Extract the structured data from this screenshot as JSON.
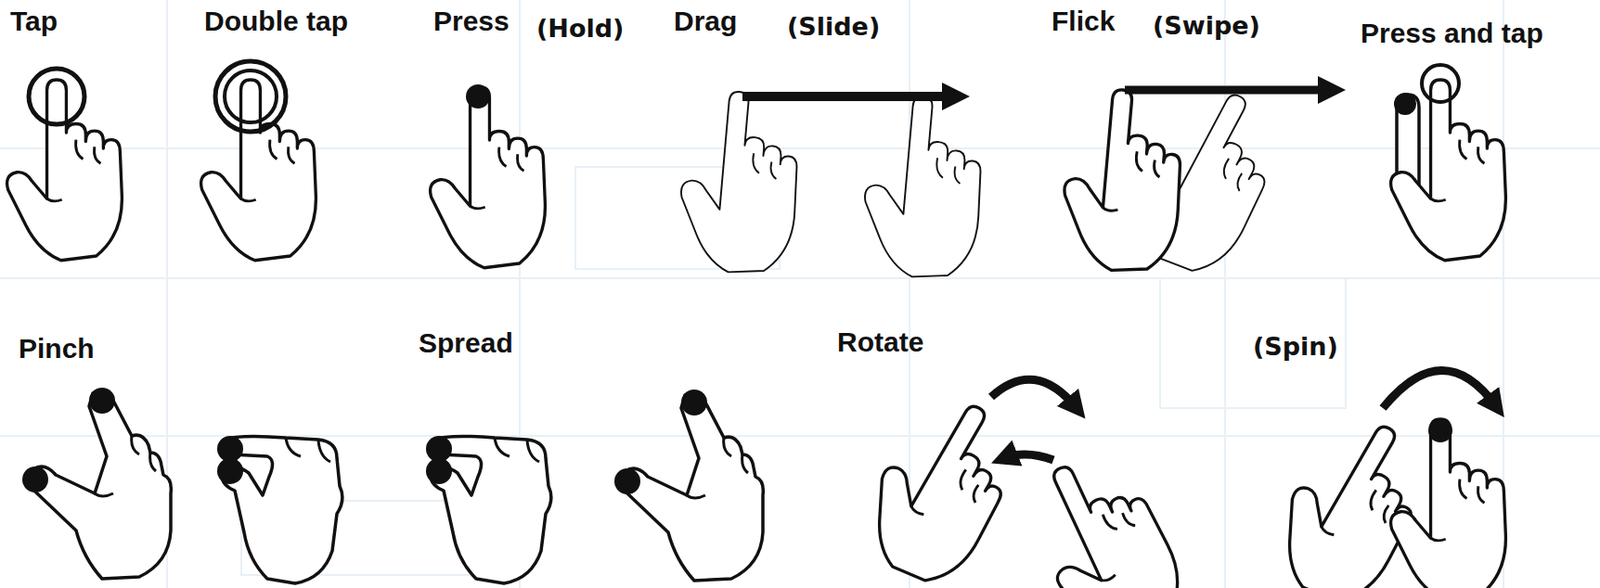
{
  "diagram": {
    "labels": [
      "Tap",
      "Double tap",
      "Press",
      "(Hold)",
      "Drag",
      "(Slide)",
      "Flick",
      "(Swipe)",
      "Press and tap",
      "Pinch",
      "Spread",
      "Rotate",
      "(Spin)"
    ]
  }
}
